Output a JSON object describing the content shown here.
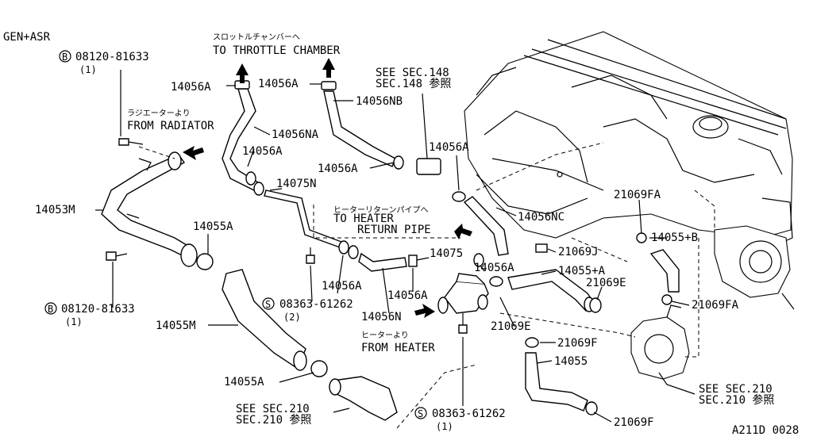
{
  "header": {
    "variant": "GEN+ASR"
  },
  "footer": {
    "code": "A211D 0028"
  },
  "labels": {
    "to_throttle_jp": "スロットルチャンバーへ",
    "to_throttle": "TO THROTTLE CHAMBER",
    "see_148": "SEE SEC.148",
    "sec_148_jp": "SEC.148 参照",
    "from_rad_jp": "ラジエーターより",
    "from_rad": "FROM RADIATOR",
    "bolt_top_b": "B",
    "bolt_top": "08120-81633",
    "bolt_top_qty": "(1)",
    "bolt_low_b": "B",
    "bolt_low": "08120-81633",
    "bolt_low_qty": "(1)",
    "p14056a_1": "14056A",
    "p14056a_2": "14056A",
    "p14056nb": "14056NB",
    "p14056na": "14056NA",
    "p14056a_3": "14056A",
    "p14056a_4": "14056A",
    "p14056a_5": "14056A",
    "p14075n": "14075N",
    "p14053m": "14053M",
    "heater_return_jp": "ヒーターリターンパイプへ",
    "to_heater": "TO HEATER",
    "return_pipe": "RETURN PIPE",
    "p14056nc": "14056NC",
    "p21069fa_1": "21069FA",
    "p14055b": "14055+B",
    "p21069j": "21069J",
    "p14055a_1": "14055A",
    "p14075": "14075",
    "p14056a_6": "14056A",
    "p14056a_7": "14056A",
    "p14055plus_a": "14055+A",
    "p21069e_1": "21069E",
    "p21069fa_2": "21069FA",
    "s_1": "S",
    "s_part_1": "08363-61262",
    "s_qty_1": "(2)",
    "p14056n": "14056N",
    "p14055m": "14055M",
    "p21069e_2": "21069E",
    "from_heater_jp": "ヒーターより",
    "from_heater": "FROM HEATER",
    "p21069f_1": "21069F",
    "p14055": "14055",
    "p14055a_2": "14055A",
    "see_210_r": "SEE SEC.210",
    "sec_210_r_jp": "SEC.210 参照",
    "see_210_l": "SEE SEC.210",
    "sec_210_l_jp": "SEC.210 参照",
    "s_2": "S",
    "s_part_2": "08363-61262",
    "s_qty_2": "(1)",
    "p21069f_2": "21069F"
  }
}
